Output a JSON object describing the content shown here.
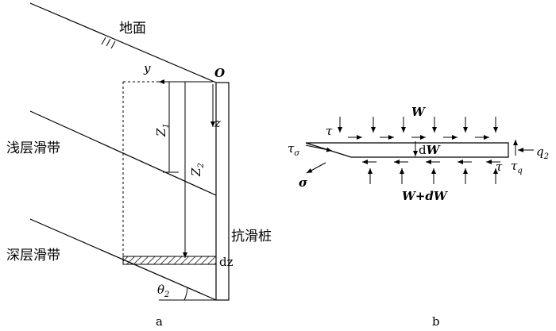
{
  "fig_a": {
    "ground": "地面",
    "origin": "O",
    "y_axis": "y",
    "z_axis": "z",
    "z1": "Z",
    "z1_sub": "1",
    "z2": "Z",
    "z2_sub": "2",
    "shallow_band": "浅层滑带",
    "deep_band": "深层滑带",
    "pile": "抗滑桩",
    "dz": "dz",
    "theta": "θ",
    "theta_sub": "2",
    "caption": "a"
  },
  "fig_b": {
    "w_top": "W",
    "dw": "dW",
    "dw_prefix": "d",
    "dw_w": "W",
    "w_bottom": "W+dW",
    "w_bottom_prefix": "W+d",
    "w_bottom_w": "W",
    "tau_top": "τ",
    "tau_sigma": "τ",
    "tau_sigma_sub": "σ",
    "sigma": "σ",
    "tau_bottom": "τ",
    "tau_q": "τ",
    "tau_q_sub": "q",
    "q2": "q",
    "q2_sub": "2",
    "caption": "b"
  }
}
